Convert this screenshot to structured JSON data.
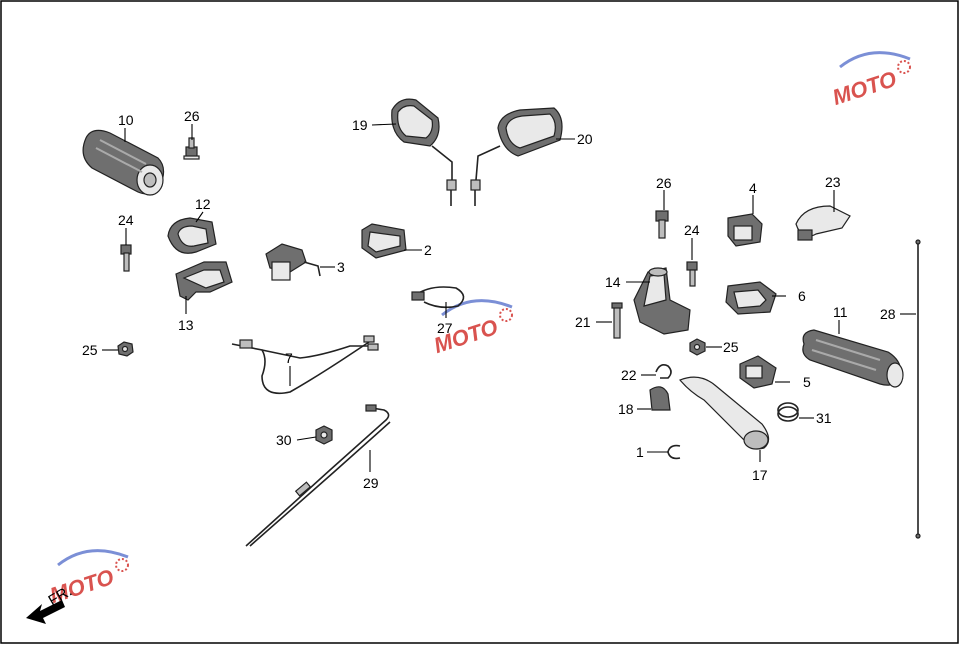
{
  "direction_label": "FR.",
  "watermark_text": "MOTO",
  "colors": {
    "watermark_red": "#d9534f",
    "watermark_blue": "#7b8fd6",
    "line": "#000000"
  },
  "callouts": [
    {
      "id": "c10",
      "label": "10"
    },
    {
      "id": "c26a",
      "label": "26"
    },
    {
      "id": "c12",
      "label": "12"
    },
    {
      "id": "c24a",
      "label": "24"
    },
    {
      "id": "c13",
      "label": "13"
    },
    {
      "id": "c25a",
      "label": "25"
    },
    {
      "id": "c19",
      "label": "19"
    },
    {
      "id": "c20",
      "label": "20"
    },
    {
      "id": "c3",
      "label": "3"
    },
    {
      "id": "c2",
      "label": "2"
    },
    {
      "id": "c27",
      "label": "27"
    },
    {
      "id": "c7",
      "label": "7"
    },
    {
      "id": "c30",
      "label": "30"
    },
    {
      "id": "c29",
      "label": "29"
    },
    {
      "id": "c26b",
      "label": "26"
    },
    {
      "id": "c4",
      "label": "4"
    },
    {
      "id": "c23",
      "label": "23"
    },
    {
      "id": "c24b",
      "label": "24"
    },
    {
      "id": "c14",
      "label": "14"
    },
    {
      "id": "c6",
      "label": "6"
    },
    {
      "id": "c21",
      "label": "21"
    },
    {
      "id": "c28",
      "label": "28"
    },
    {
      "id": "c11",
      "label": "11"
    },
    {
      "id": "c25b",
      "label": "25"
    },
    {
      "id": "c22",
      "label": "22"
    },
    {
      "id": "c5",
      "label": "5"
    },
    {
      "id": "c18",
      "label": "18"
    },
    {
      "id": "c31",
      "label": "31"
    },
    {
      "id": "c1",
      "label": "1"
    },
    {
      "id": "c17",
      "label": "17"
    }
  ]
}
